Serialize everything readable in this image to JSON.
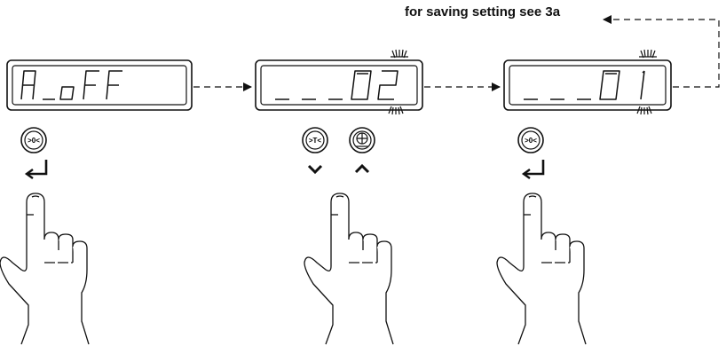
{
  "note": {
    "text": "for saving setting see 3a"
  },
  "steps": [
    {
      "display": "A_oFF",
      "buttons": [
        {
          "symbol": ">0<",
          "icon": "enter-arrow-icon"
        }
      ]
    },
    {
      "display": "___02",
      "blinking": true,
      "buttons": [
        {
          "symbol": ">T<",
          "icon": "chevron-down-icon"
        },
        {
          "symbol": "⊕",
          "icon": "chevron-up-icon"
        }
      ]
    },
    {
      "display": "___01",
      "blinking": true,
      "buttons": [
        {
          "symbol": ">0<",
          "icon": "enter-arrow-icon"
        }
      ]
    }
  ],
  "colors": {
    "stroke": "#1a1a1a",
    "background": "#ffffff"
  }
}
